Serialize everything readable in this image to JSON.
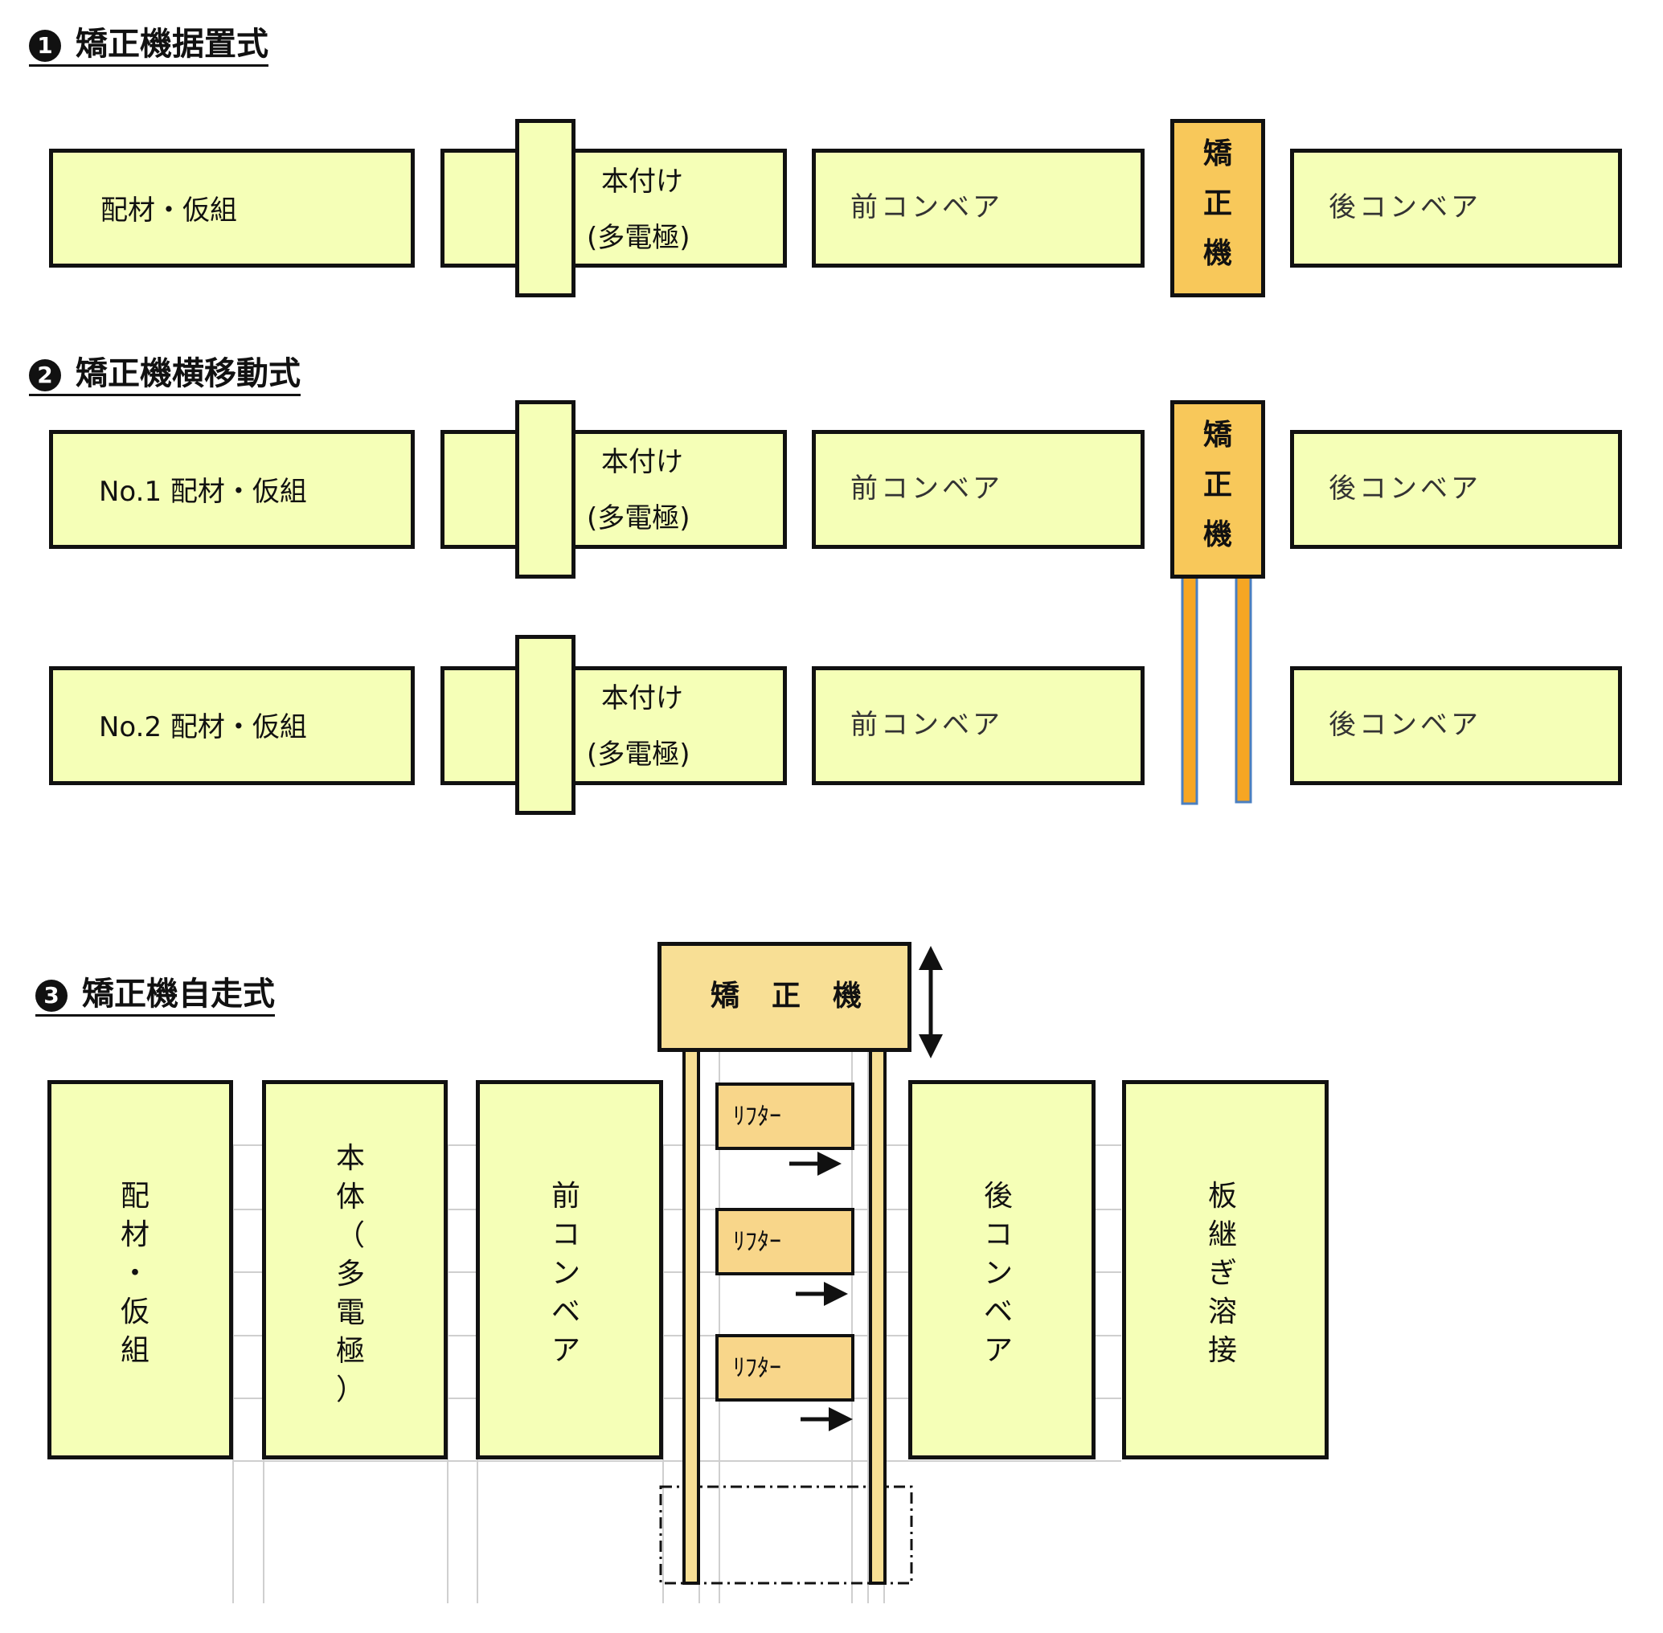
{
  "sections": [
    {
      "num": "1",
      "title": "矯正機据置式",
      "rows": [
        {
          "assembly": "配材・仮組",
          "weld_line1": "本付け",
          "weld_line2": "(多電極)",
          "front_conveyor": "前コンベア",
          "machine": [
            "矯",
            "正",
            "機"
          ],
          "rear_conveyor": "後コンベア"
        }
      ]
    },
    {
      "num": "2",
      "title": "矯正機横移動式",
      "rows": [
        {
          "assembly": "No.1 配材・仮組",
          "weld_line1": "本付け",
          "weld_line2": "(多電極)",
          "front_conveyor": "前コンベア",
          "machine": [
            "矯",
            "正",
            "機"
          ],
          "rear_conveyor": "後コンベア"
        },
        {
          "assembly": "No.2 配材・仮組",
          "weld_line1": "本付け",
          "weld_line2": "(多電極)",
          "front_conveyor": "前コンベア",
          "rear_conveyor": "後コンベア"
        }
      ]
    },
    {
      "num": "3",
      "title": "矯正機自走式",
      "machine_label": [
        "矯",
        "正",
        "機"
      ],
      "stations": [
        {
          "chars": [
            "配",
            "材",
            "・",
            "仮",
            "組"
          ]
        },
        {
          "chars": [
            "本",
            "体",
            "（",
            "多",
            "電",
            "極",
            "）"
          ]
        },
        {
          "chars": [
            "前",
            "コ",
            "ン",
            "ベ",
            "ア"
          ]
        },
        {
          "chars": [
            "後",
            "コ",
            "ン",
            "ベ",
            "ア"
          ]
        },
        {
          "chars": [
            "板",
            "継",
            "ぎ",
            "溶",
            "接"
          ]
        }
      ],
      "lifters": [
        "ﾘﾌﾀｰ",
        "ﾘﾌﾀｰ",
        "ﾘﾌﾀｰ"
      ]
    }
  ],
  "colors": {
    "station_fill": "#f5ffb7",
    "machine_fill": "#f8c85a",
    "machine3_fill": "#f8df95",
    "rail_fill": "#f6a623",
    "rail_border": "#4a7fc1",
    "outline": "#111111"
  }
}
